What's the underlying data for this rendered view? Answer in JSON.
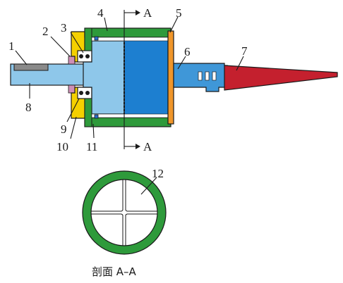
{
  "callouts": {
    "n1": "1",
    "n2": "2",
    "n3": "3",
    "n4": "4",
    "n5": "5",
    "n6": "6",
    "n7": "7",
    "n8": "8",
    "n9": "9",
    "n10": "10",
    "n11": "11",
    "n12": "12"
  },
  "section_marker": "A",
  "caption": "剖面 A–A",
  "colors": {
    "green_housing": "#2e9a3b",
    "yellow_bearing": "#f5d000",
    "light_blue_rotor": "#8ec7ea",
    "dark_blue_core": "#1d7fd0",
    "shaft_blue": "#3f97d8",
    "orange_plate": "#f0962a",
    "red_cone": "#c4202e",
    "pink_seal": "#cf8fb6",
    "grey_key": "#8a8a8a"
  }
}
